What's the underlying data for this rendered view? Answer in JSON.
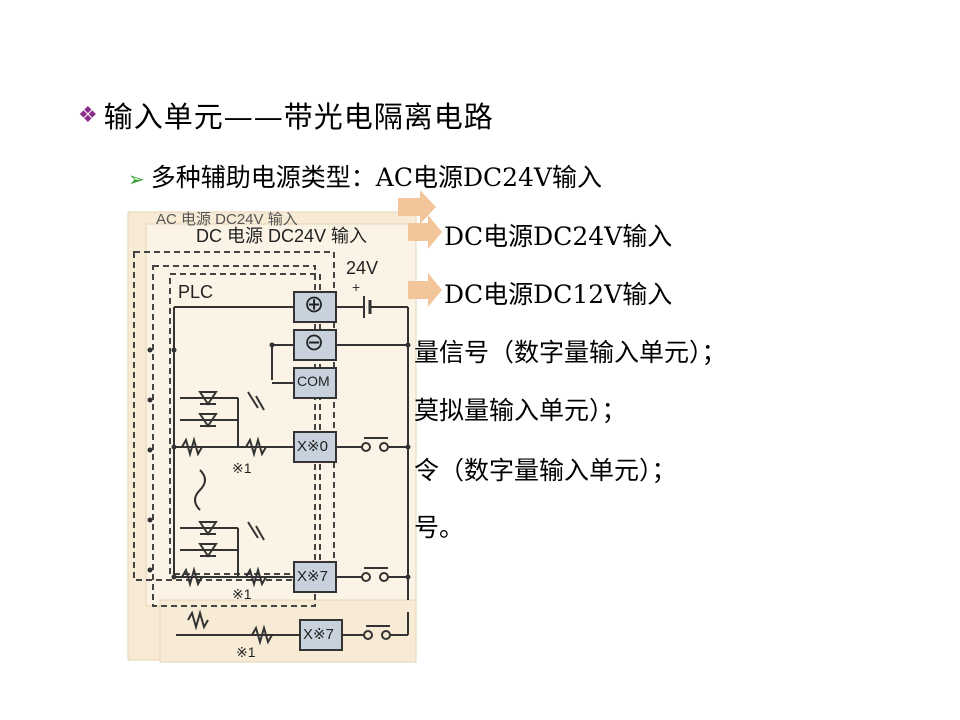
{
  "title": {
    "bullet": "❖",
    "text": "输入单元——带光电隔离电路"
  },
  "bullets": [
    {
      "marker": "➢",
      "text": "多种辅助电源类型：AC电源DC24V输入"
    },
    {
      "marker": "",
      "text": "DC电源DC24V输入"
    },
    {
      "marker": "",
      "text": "DC电源DC12V输入"
    },
    {
      "marker": "",
      "text": "量信号（数字量输入单元）；"
    },
    {
      "marker": "",
      "text": "莫拟量输入单元）；"
    },
    {
      "marker": "",
      "text": "令（数字量输入单元）；"
    },
    {
      "marker": "",
      "text": "号。"
    }
  ],
  "diagram": {
    "back_panel_label": "AC 电源 DC24V 输入",
    "front_panel_label": "DC 电源 DC24V 输入",
    "plc_label": "PLC",
    "voltage_label": "24V",
    "terminals": {
      "plus": "⊕",
      "minus": "⊖",
      "com": "COM",
      "x0": "X※0",
      "x7": "X※7",
      "x7b": "X※7"
    },
    "notes": {
      "n1": "※1",
      "n2": "※1",
      "n3": "※1"
    },
    "colors": {
      "panel_bg": "#f8ebd6",
      "panel_bg_front": "#fbf4e6",
      "terminal_fill": "#c8d2dd",
      "arrow": "#f3c59a"
    }
  }
}
